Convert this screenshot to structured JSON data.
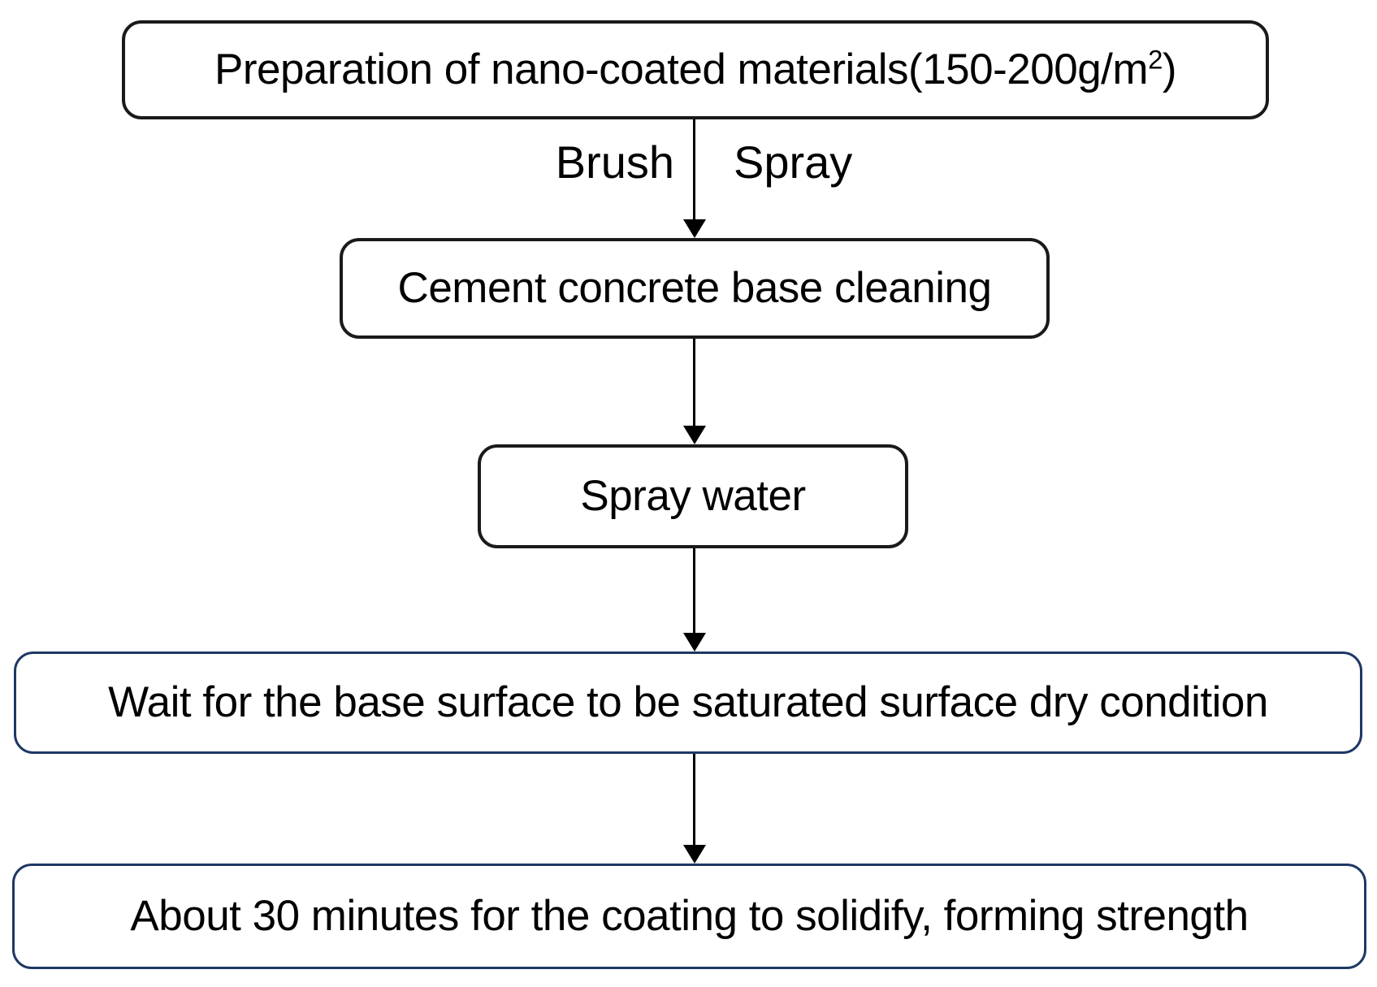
{
  "diagram": {
    "type": "flowchart",
    "background_color": "#ffffff",
    "text_color": "#000000",
    "arrow_color": "#000000",
    "node_border_black": "#1a1a1a",
    "node_border_blue": "#1f3864",
    "nodes": [
      {
        "id": "preparation",
        "label_prefix": "Preparation of nano-coated materials(150-200g/m",
        "label_sup": "2",
        "label_suffix": ")",
        "border": "black"
      },
      {
        "id": "base-cleaning",
        "label": "Cement concrete base cleaning",
        "border": "black"
      },
      {
        "id": "spray-water",
        "label": "Spray water",
        "border": "black"
      },
      {
        "id": "wait-saturated",
        "label": "Wait for the base surface to be saturated surface dry condition",
        "border": "blue"
      },
      {
        "id": "solidify",
        "label": "About 30 minutes for the coating to solidify, forming strength",
        "border": "blue"
      }
    ],
    "edge_labels": {
      "brush": "Brush",
      "spray": "Spray"
    }
  }
}
